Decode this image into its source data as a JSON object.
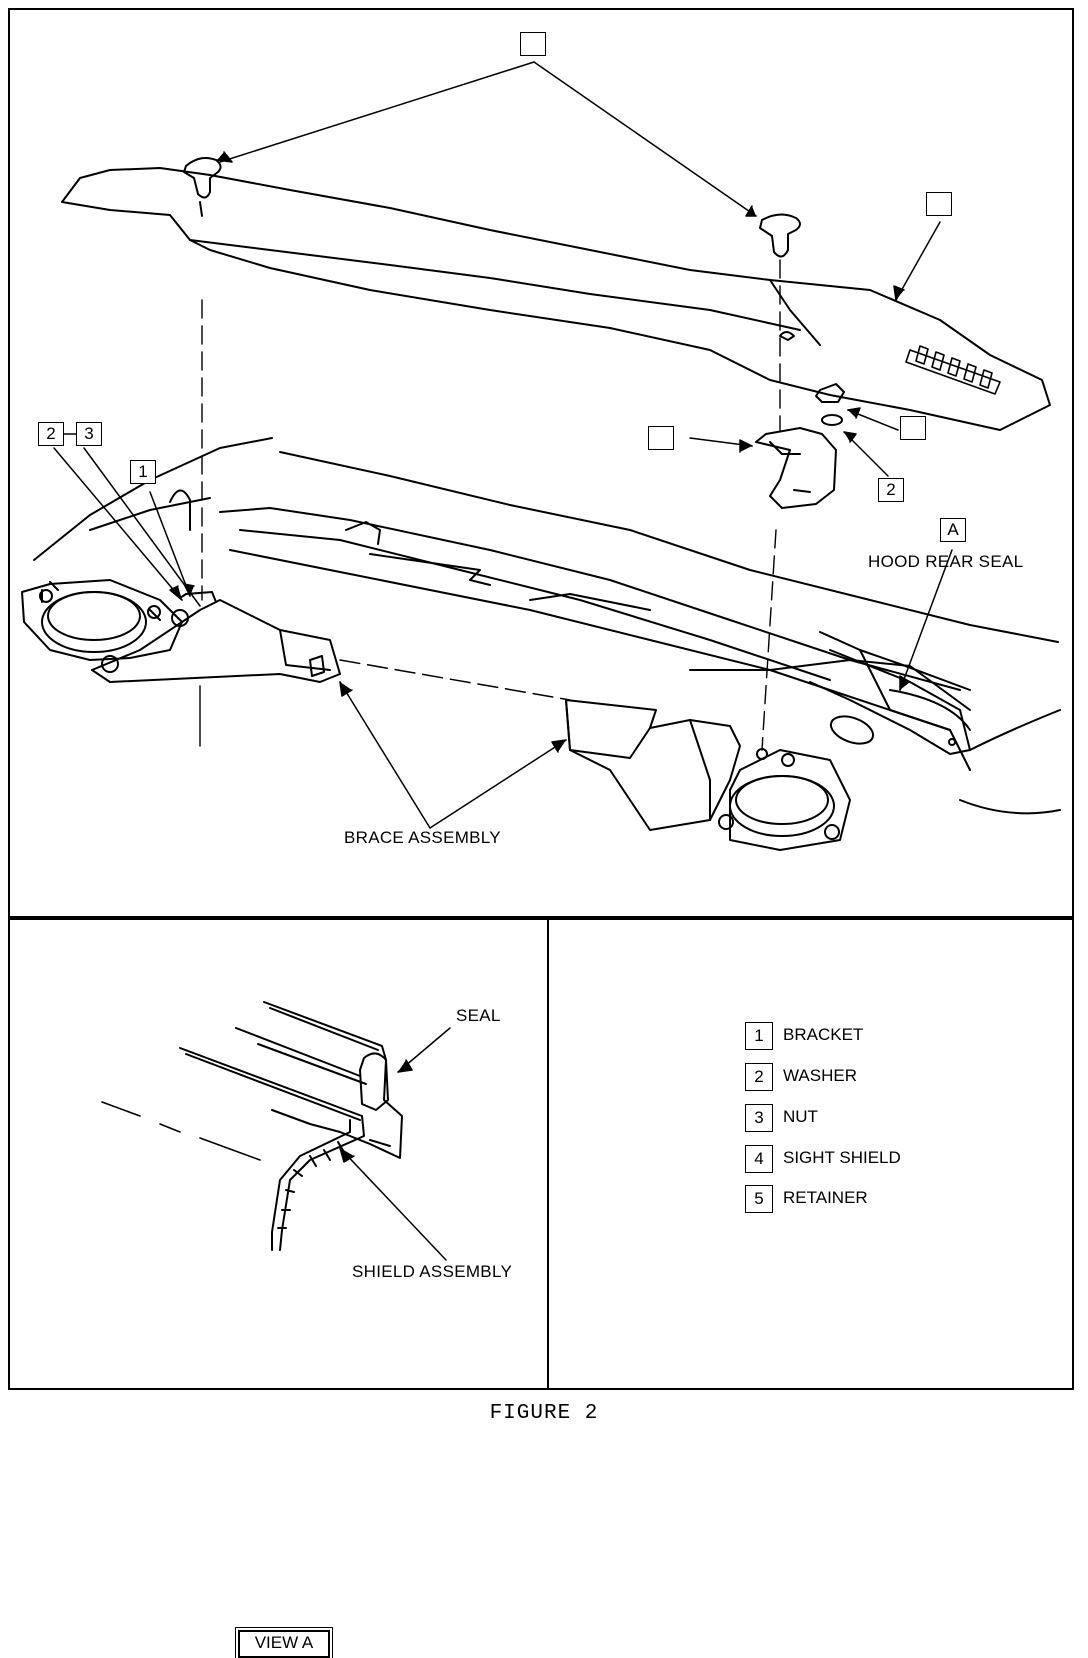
{
  "figure": {
    "caption": "FIGURE 2",
    "top_view": {
      "callouts": {
        "retainer_top": "",
        "sight_shield_right": "",
        "bracket_right": "",
        "nut_right": "",
        "washer_right": "2",
        "washer_left": "2",
        "nut_left": "3",
        "bracket_left": "1",
        "view_a_ref": "A"
      },
      "labels": {
        "hood_rear_seal": "HOOD REAR SEAL",
        "brace_assembly": "BRACE ASSEMBLY"
      }
    },
    "view_a": {
      "title": "VIEW A",
      "labels": {
        "seal": "SEAL",
        "shield_assembly": "SHIELD ASSEMBLY"
      }
    },
    "legend": [
      {
        "num": "1",
        "name": "BRACKET"
      },
      {
        "num": "2",
        "name": "WASHER"
      },
      {
        "num": "3",
        "name": "NUT"
      },
      {
        "num": "4",
        "name": "SIGHT SHIELD"
      },
      {
        "num": "5",
        "name": "RETAINER"
      }
    ]
  }
}
